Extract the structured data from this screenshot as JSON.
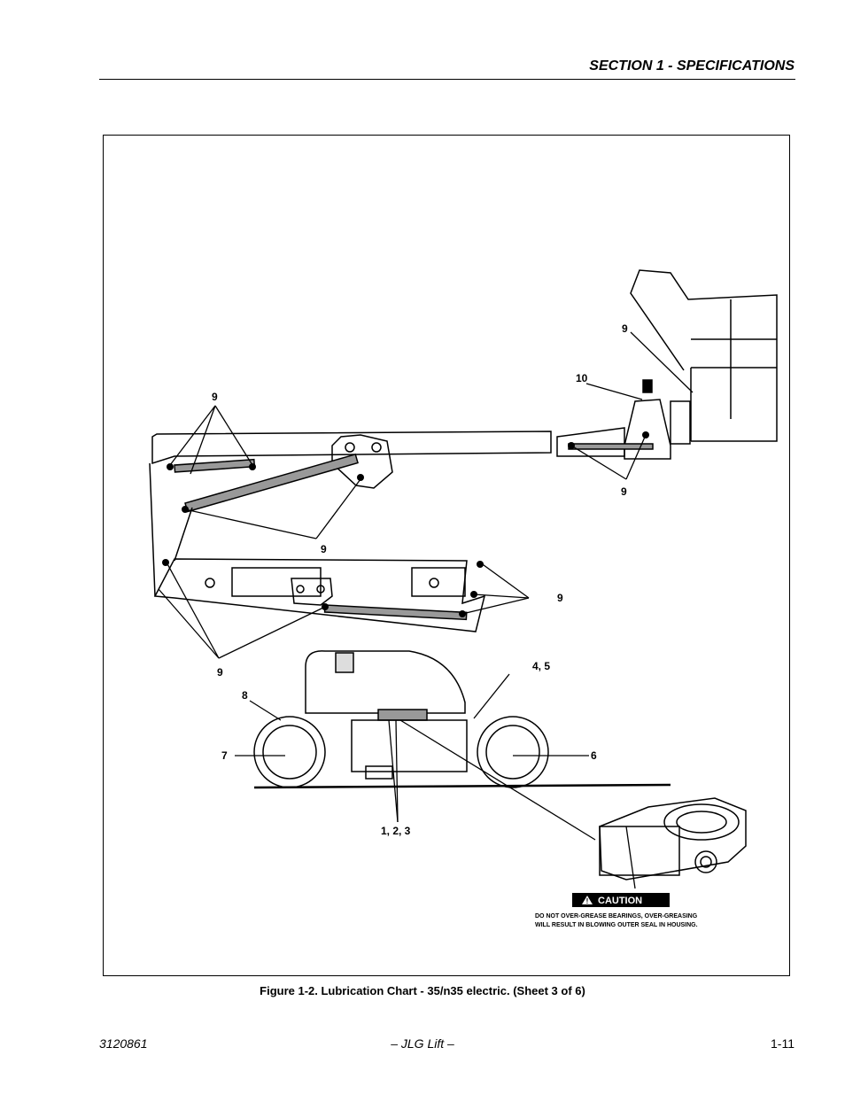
{
  "header": {
    "section_title": "SECTION 1 - SPECIFICATIONS"
  },
  "figure": {
    "labels": {
      "platform_9": "9",
      "rotator_10": "10",
      "jib_9": "9",
      "upper_boom_9": "9",
      "boom_cyl_9": "9",
      "right_pivots_9": "9",
      "lower_left_9": "9",
      "wheel_8": "8",
      "wheel_7": "7",
      "wheel_6": "6",
      "swing_4_5": "4, 5",
      "turntable_1_2_3": "1, 2, 3"
    },
    "caution": {
      "title": "CAUTION",
      "line1": "DO NOT OVER-GREASE BEARINGS, OVER-GREASING",
      "line2": "WILL RESULT IN BLOWING OUTER SEAL IN HOUSING."
    },
    "caption": "Figure 1-2. Lubrication Chart - 35/n35 electric. (Sheet 3 of 6)"
  },
  "footer": {
    "doc_number": "3120861",
    "brand": "– JLG Lift –",
    "page": "1-11"
  }
}
